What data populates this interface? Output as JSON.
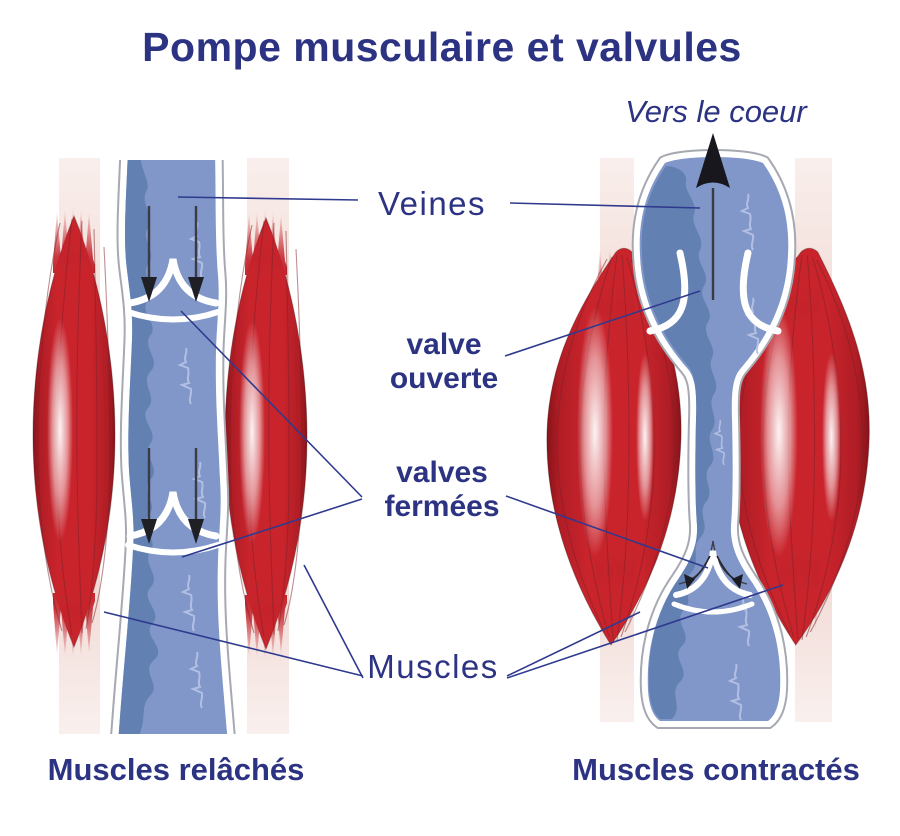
{
  "title": {
    "text": "Pompe musculaire et valvules"
  },
  "annotations": {
    "flow_direction": "Vers le coeur",
    "veins": "Veines",
    "valve_open": "valve ouverte",
    "valves_closed": "valves fermées",
    "muscles": "Muscles"
  },
  "captions": {
    "left": "Muscles relâchés",
    "right": "Muscles contractés"
  },
  "icons": {
    "flow_up": "up-arrow-icon",
    "flow_down": "down-arrow-icon",
    "blocked_backflow": "backflow-arrow-icon"
  },
  "colors": {
    "label_navy": "#2c3382",
    "leader_line_navy": "#2f3a8e",
    "muscle_red": "#c9242c",
    "muscle_edge_red": "#871319",
    "vein_blue": "#8197c9",
    "vein_dark_blue": "#5d7cae",
    "vein_texture_blue": "#b7c3e6",
    "vein_outline_gray": "#a7a9b2",
    "tendon_pink": "#f2dbd5",
    "arrow_dark": "#1c1d24",
    "background": "#ffffff"
  }
}
